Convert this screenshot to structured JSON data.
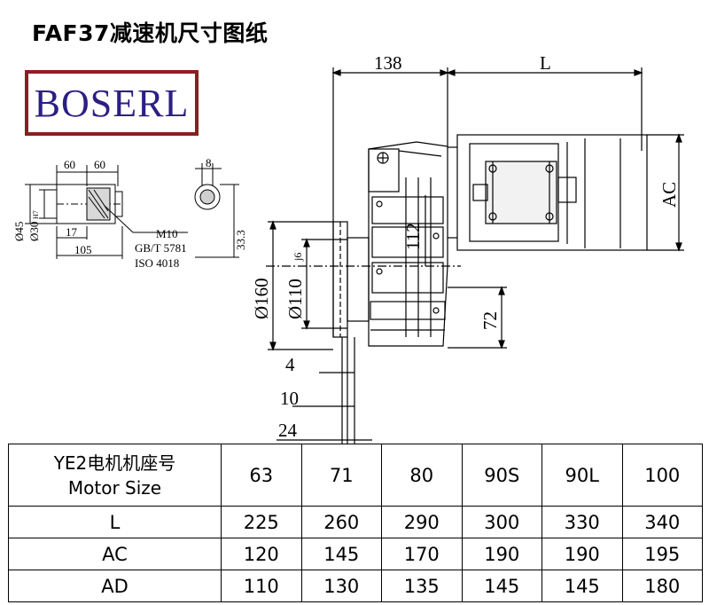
{
  "title": "FAF37减速机尺寸图纸",
  "logo_text": "BOSERL",
  "drawing": {
    "shaft_detail": {
      "dim_60a": "60",
      "dim_60b": "60",
      "dim_8": "8",
      "dim_45": "Ø45",
      "dim_30": "Ø30",
      "dim_30_tol": "H7",
      "dim_17": "17",
      "dim_105": "105",
      "dim_33_3": "33.3",
      "thread": "M10",
      "std1": "GB/T 5781",
      "std2": "ISO 4018"
    },
    "main": {
      "dim_138": "138",
      "dim_L": "L",
      "dim_AC": "AC",
      "dim_112": "112",
      "dim_160": "Ø160",
      "dim_110": "Ø110",
      "dim_110_tol": "j6",
      "dim_72": "72",
      "dim_4": "4",
      "dim_10": "10",
      "dim_24": "24"
    }
  },
  "table": {
    "header_line1": "YE2电机机座号",
    "header_line2": "Motor Size",
    "sizes": [
      "63",
      "71",
      "80",
      "90S",
      "90L",
      "100"
    ],
    "rows": [
      {
        "label": "L",
        "values": [
          "225",
          "260",
          "290",
          "300",
          "330",
          "340"
        ]
      },
      {
        "label": "AC",
        "values": [
          "120",
          "145",
          "170",
          "190",
          "190",
          "195"
        ]
      },
      {
        "label": "AD",
        "values": [
          "110",
          "130",
          "135",
          "145",
          "145",
          "180"
        ]
      }
    ]
  }
}
